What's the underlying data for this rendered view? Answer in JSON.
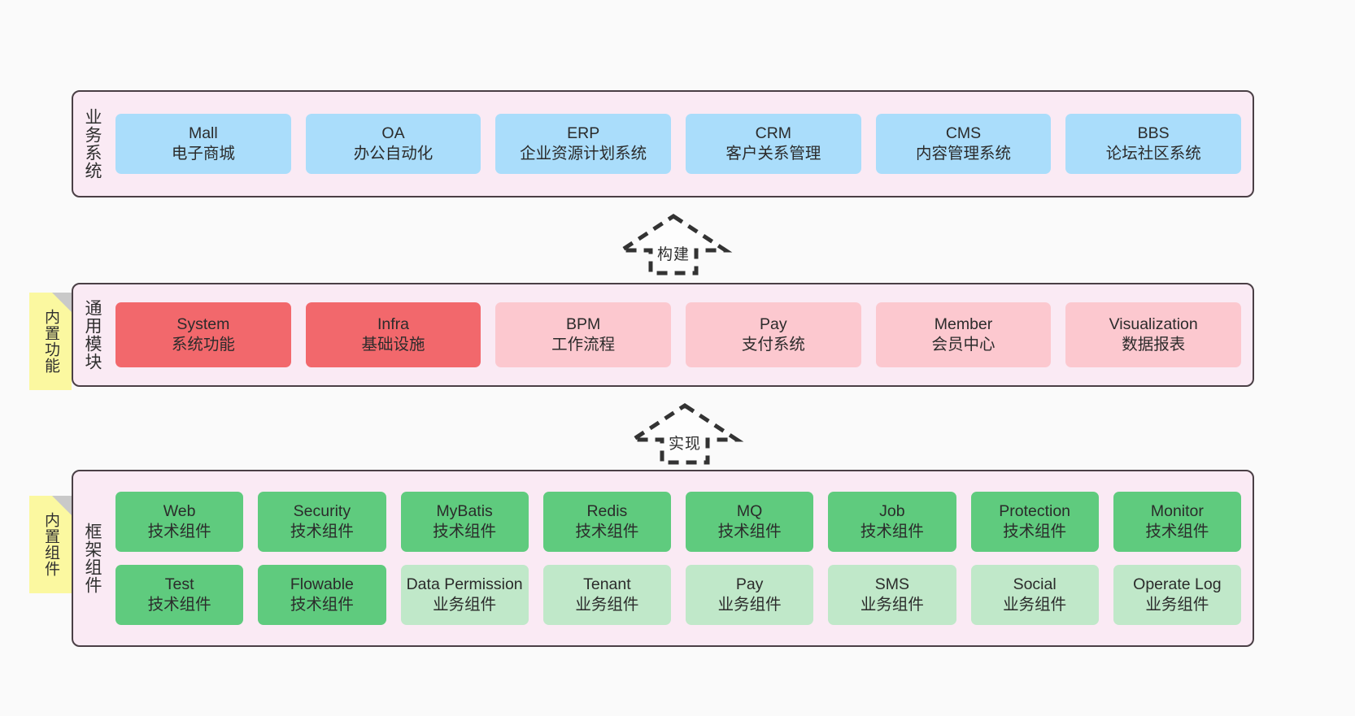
{
  "diagram": {
    "background_color": "#fafafa",
    "panel_fill": "#faeaf4",
    "panel_border": "#4a3f45",
    "sticky_fill": "#fbf8a0"
  },
  "layers": [
    {
      "id": "business-system",
      "title": "业务系统",
      "rows": [
        {
          "cards": [
            {
              "name": "Mall",
              "desc": "电子商城",
              "color": "#aaddfb",
              "style": "c-blue"
            },
            {
              "name": "OA",
              "desc": "办公自动化",
              "color": "#aaddfb",
              "style": "c-blue"
            },
            {
              "name": "ERP",
              "desc": "企业资源计划系统",
              "color": "#aaddfb",
              "style": "c-blue"
            },
            {
              "name": "CRM",
              "desc": "客户关系管理",
              "color": "#aaddfb",
              "style": "c-blue"
            },
            {
              "name": "CMS",
              "desc": "内容管理系统",
              "color": "#aaddfb",
              "style": "c-blue"
            },
            {
              "name": "BBS",
              "desc": "论坛社区系统",
              "color": "#aaddfb",
              "style": "c-blue"
            }
          ]
        }
      ]
    },
    {
      "id": "common-module",
      "title": "通用模块",
      "sticky": "内置功能",
      "rows": [
        {
          "cards": [
            {
              "name": "System",
              "desc": "系统功能",
              "color": "#f2686c",
              "style": "c-red"
            },
            {
              "name": "Infra",
              "desc": "基础设施",
              "color": "#f2686c",
              "style": "c-red"
            },
            {
              "name": "BPM",
              "desc": "工作流程",
              "color": "#fcc8cf",
              "style": "c-pink"
            },
            {
              "name": "Pay",
              "desc": "支付系统",
              "color": "#fcc8cf",
              "style": "c-pink"
            },
            {
              "name": "Member",
              "desc": "会员中心",
              "color": "#fcc8cf",
              "style": "c-pink"
            },
            {
              "name": "Visualization",
              "desc": "数据报表",
              "color": "#fcc8cf",
              "style": "c-pink"
            }
          ]
        }
      ]
    },
    {
      "id": "framework-component",
      "title": "框架组件",
      "sticky": "内置组件",
      "rows": [
        {
          "cards": [
            {
              "name": "Web",
              "desc": "技术组件",
              "color": "#5fcb7e",
              "style": "c-green"
            },
            {
              "name": "Security",
              "desc": "技术组件",
              "color": "#5fcb7e",
              "style": "c-green"
            },
            {
              "name": "MyBatis",
              "desc": "技术组件",
              "color": "#5fcb7e",
              "style": "c-green"
            },
            {
              "name": "Redis",
              "desc": "技术组件",
              "color": "#5fcb7e",
              "style": "c-green"
            },
            {
              "name": "MQ",
              "desc": "技术组件",
              "color": "#5fcb7e",
              "style": "c-green"
            },
            {
              "name": "Job",
              "desc": "技术组件",
              "color": "#5fcb7e",
              "style": "c-green"
            },
            {
              "name": "Protection",
              "desc": "技术组件",
              "color": "#5fcb7e",
              "style": "c-green"
            },
            {
              "name": "Monitor",
              "desc": "技术组件",
              "color": "#5fcb7e",
              "style": "c-green"
            }
          ]
        },
        {
          "cards": [
            {
              "name": "Test",
              "desc": "技术组件",
              "color": "#5fcb7e",
              "style": "c-green"
            },
            {
              "name": "Flowable",
              "desc": "技术组件",
              "color": "#5fcb7e",
              "style": "c-green"
            },
            {
              "name": "Data Permission",
              "desc": "业务组件",
              "color": "#c0e8c9",
              "style": "c-lightgreen"
            },
            {
              "name": "Tenant",
              "desc": "业务组件",
              "color": "#c0e8c9",
              "style": "c-lightgreen"
            },
            {
              "name": "Pay",
              "desc": "业务组件",
              "color": "#c0e8c9",
              "style": "c-lightgreen"
            },
            {
              "name": "SMS",
              "desc": "业务组件",
              "color": "#c0e8c9",
              "style": "c-lightgreen"
            },
            {
              "name": "Social",
              "desc": "业务组件",
              "color": "#c0e8c9",
              "style": "c-lightgreen"
            },
            {
              "name": "Operate Log",
              "desc": "业务组件",
              "color": "#c0e8c9",
              "style": "c-lightgreen"
            }
          ]
        }
      ]
    }
  ],
  "arrows": [
    {
      "id": "build",
      "label": "构建",
      "direction": "up"
    },
    {
      "id": "implement",
      "label": "实现",
      "direction": "up"
    }
  ]
}
